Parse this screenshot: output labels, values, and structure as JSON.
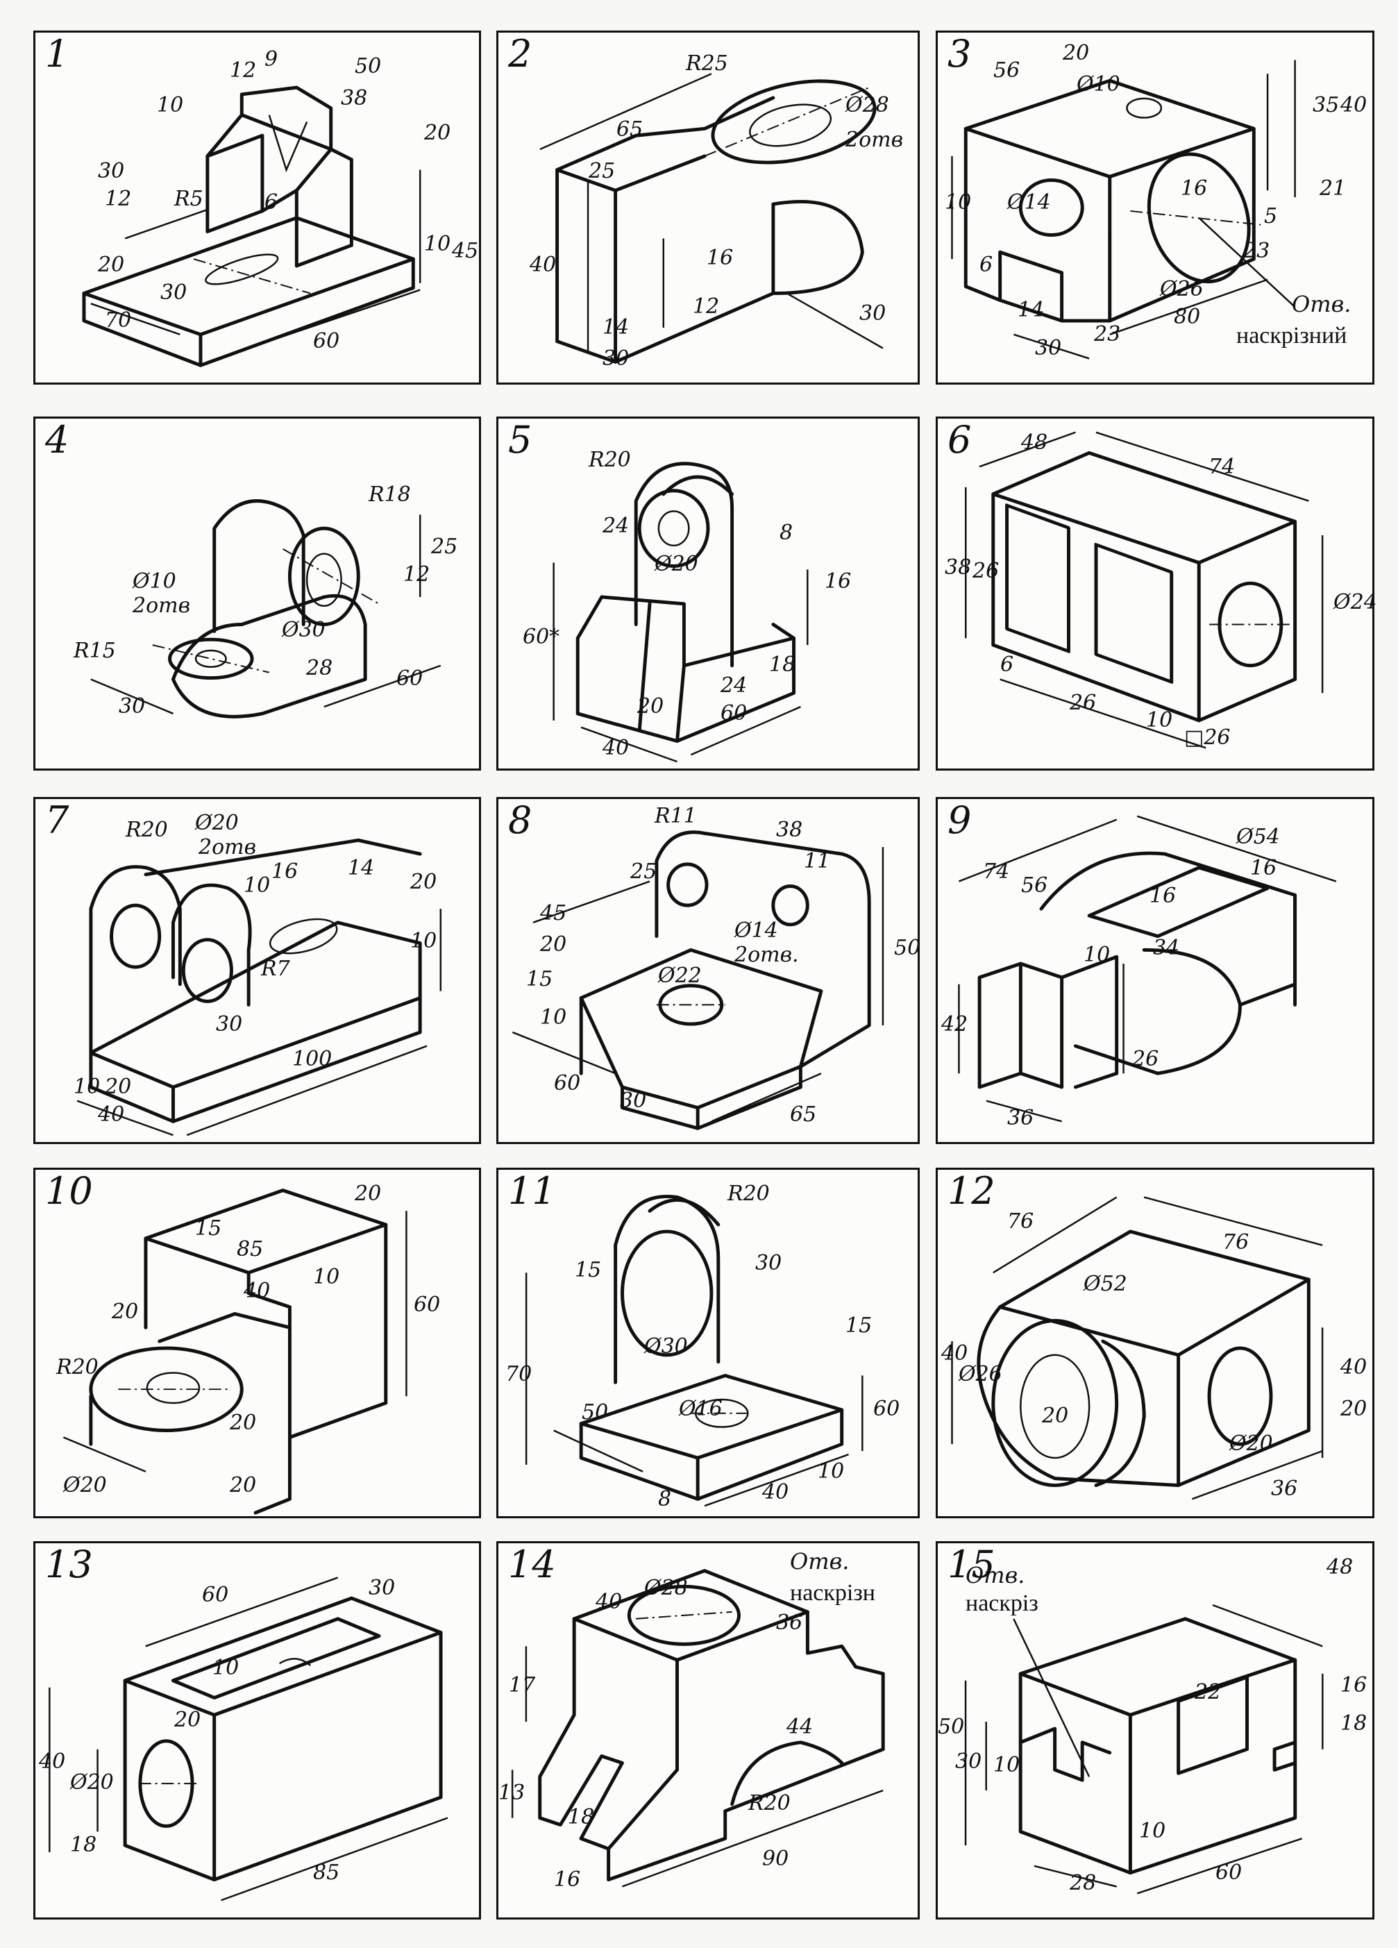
{
  "sheet": {
    "drawings": [
      {
        "number": "1",
        "dims": [
          "12",
          "9",
          "50",
          "38",
          "10",
          "20",
          "30",
          "12",
          "R5",
          "6",
          "10",
          "45",
          "20",
          "30",
          "70",
          "60"
        ],
        "notes": []
      },
      {
        "number": "2",
        "dims": [
          "R25",
          "65",
          "25",
          "Ø28",
          "2отв",
          "40",
          "16",
          "12",
          "14",
          "30",
          "30"
        ],
        "notes": []
      },
      {
        "number": "3",
        "dims": [
          "56",
          "20",
          "Ø10",
          "35",
          "40",
          "10",
          "Ø14",
          "16",
          "21",
          "6",
          "14",
          "Ø26",
          "23",
          "80",
          "30",
          "23",
          "5"
        ],
        "notes": [
          {
            "text": "Отв.",
            "italic": true
          },
          {
            "text": "наскрізний",
            "italic": false
          }
        ]
      },
      {
        "number": "4",
        "dims": [
          "R18",
          "Ø10",
          "2отв",
          "25",
          "12",
          "Ø30",
          "R15",
          "30",
          "28",
          "60"
        ],
        "notes": []
      },
      {
        "number": "5",
        "dims": [
          "R20",
          "24",
          "Ø20",
          "8",
          "16",
          "60*",
          "24",
          "18",
          "20",
          "60",
          "40"
        ],
        "notes": []
      },
      {
        "number": "6",
        "dims": [
          "48",
          "74",
          "38",
          "26",
          "Ø24",
          "6",
          "26",
          "10",
          "□26"
        ],
        "notes": []
      },
      {
        "number": "7",
        "dims": [
          "R20",
          "Ø20",
          "2отв",
          "10",
          "16",
          "14",
          "20",
          "10",
          "R7",
          "30",
          "10",
          "20",
          "40",
          "100"
        ],
        "notes": []
      },
      {
        "number": "8",
        "dims": [
          "R11",
          "38",
          "11",
          "25",
          "45",
          "20",
          "Ø14",
          "2отв.",
          "Ø22",
          "15",
          "10",
          "50",
          "60",
          "30",
          "65"
        ],
        "notes": []
      },
      {
        "number": "9",
        "dims": [
          "74",
          "56",
          "Ø54",
          "16",
          "16",
          "10",
          "34",
          "42",
          "26",
          "36"
        ],
        "notes": []
      },
      {
        "number": "10",
        "dims": [
          "15",
          "85",
          "20",
          "20",
          "40",
          "10",
          "60",
          "R20",
          "20",
          "Ø20",
          "20"
        ],
        "notes": []
      },
      {
        "number": "11",
        "dims": [
          "R20",
          "15",
          "30",
          "Ø30",
          "15",
          "70",
          "Ø16",
          "50",
          "60",
          "10",
          "8",
          "40"
        ],
        "notes": []
      },
      {
        "number": "12",
        "dims": [
          "76",
          "76",
          "Ø52",
          "40",
          "Ø26",
          "40",
          "20",
          "20",
          "Ø20",
          "36"
        ],
        "notes": []
      },
      {
        "number": "13",
        "dims": [
          "60",
          "30",
          "10",
          "40",
          "Ø20",
          "20",
          "18",
          "85"
        ],
        "notes": []
      },
      {
        "number": "14",
        "dims": [
          "40",
          "Ø28",
          "36",
          "17",
          "44",
          "13",
          "18",
          "R20",
          "90",
          "16"
        ],
        "notes": [
          {
            "text": "Отв.",
            "italic": true
          },
          {
            "text": "наскрізн",
            "italic": false
          }
        ]
      },
      {
        "number": "15",
        "dims": [
          "48",
          "50",
          "22",
          "16",
          "30",
          "10",
          "18",
          "10",
          "28",
          "60"
        ],
        "notes": [
          {
            "text": "Отв.",
            "italic": true
          },
          {
            "text": "наскріз",
            "italic": false
          }
        ]
      }
    ]
  }
}
